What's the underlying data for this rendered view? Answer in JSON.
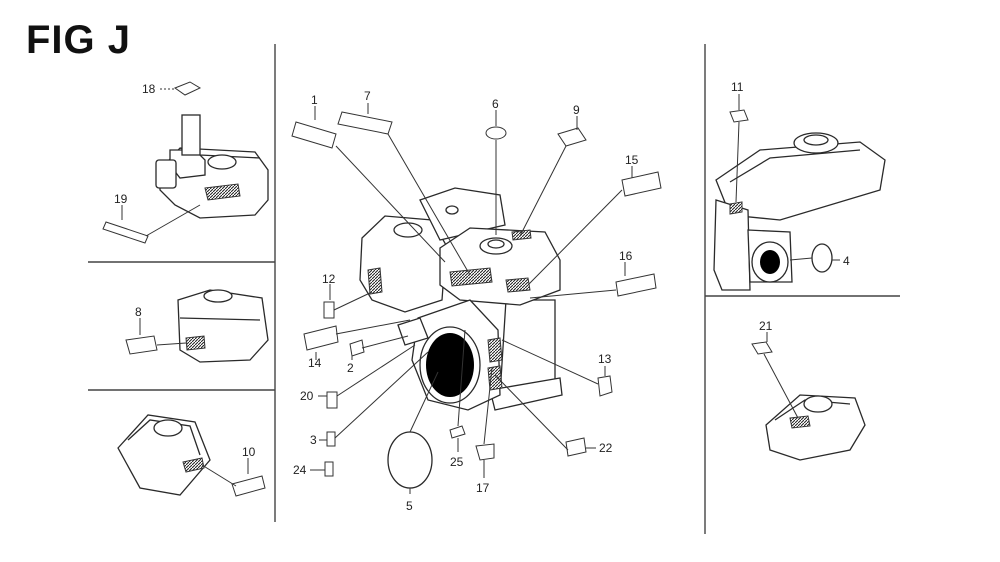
{
  "figure_title": "FIG J",
  "callouts": [
    "1",
    "2",
    "3",
    "4",
    "5",
    "6",
    "7",
    "8",
    "9",
    "10",
    "11",
    "12",
    "13",
    "14",
    "15",
    "16",
    "17",
    "18",
    "19",
    "20",
    "21",
    "22",
    "24",
    "25"
  ]
}
